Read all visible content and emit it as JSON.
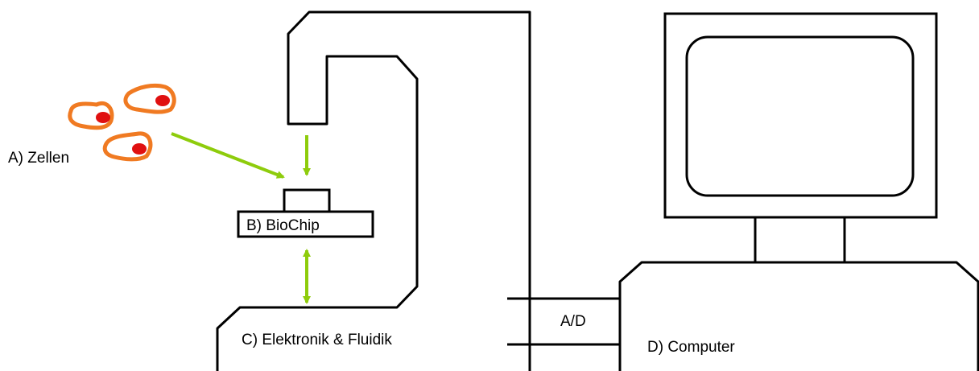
{
  "labels": {
    "cells": "A) Zellen",
    "biochip": "B) BioChip",
    "electronics": "C) Elektronik & Fluidik",
    "ad_converter": "A/D",
    "computer": "D) Computer"
  },
  "colors": {
    "outline": "#000000",
    "arrow": "#8ecc0c",
    "cell_membrane": "#f07a22",
    "cell_nucleus": "#e01010",
    "background": "#ffffff"
  }
}
